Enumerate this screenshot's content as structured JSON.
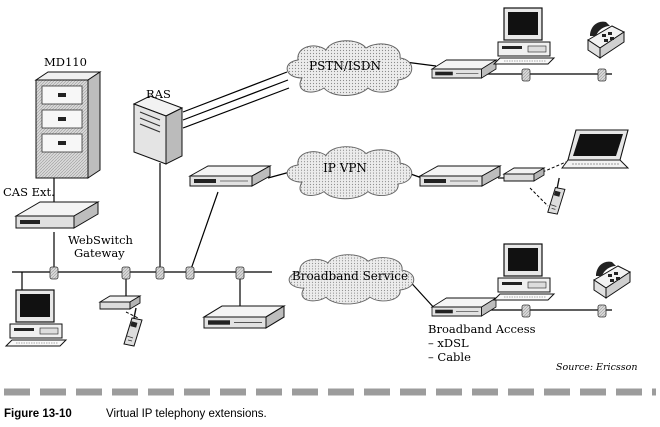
{
  "labels": {
    "md110": "MD110",
    "ras": "RAS",
    "cas_ext": "CAS Ext.",
    "webswitch_line1": "WebSwitch",
    "webswitch_line2": "Gateway",
    "pstn": "PSTN/ISDN",
    "ipvpn": "IP VPN",
    "broadband_service": "Broadband Service",
    "broadband_access": "Broadband Access",
    "xdsl": "– xDSL",
    "cable": "– Cable"
  },
  "source": "Source: Ericsson",
  "caption": {
    "number": "Figure 13-10",
    "text": "Virtual IP telephony extensions."
  }
}
